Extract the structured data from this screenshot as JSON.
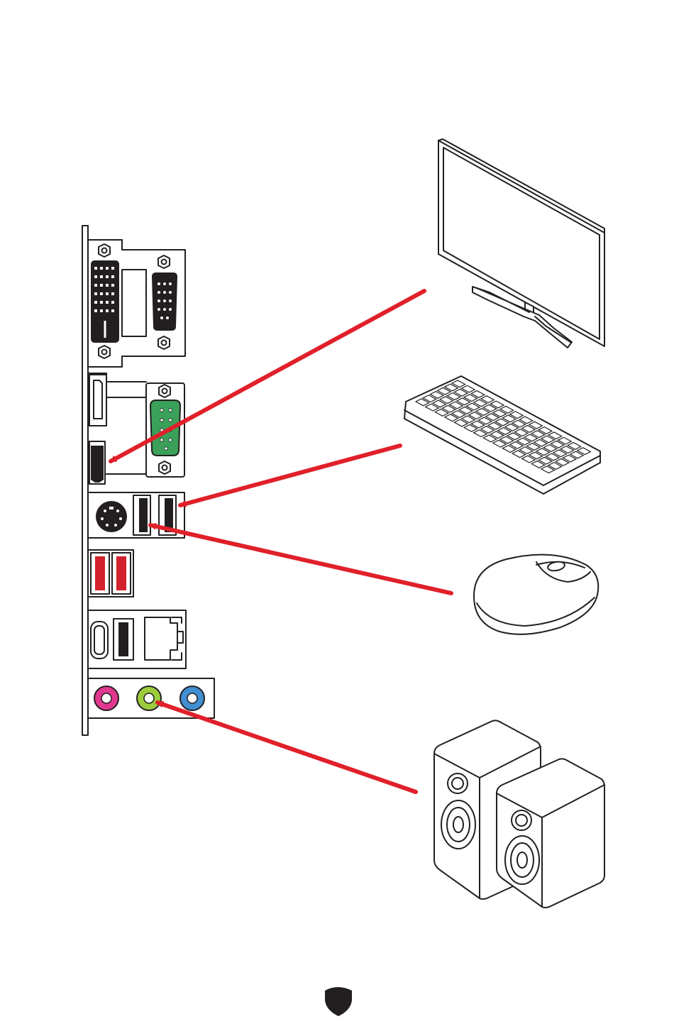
{
  "diagram": {
    "devices": [
      {
        "name": "monitor",
        "connects_to": "hdmi-port"
      },
      {
        "name": "keyboard",
        "connects_to": "usb-port"
      },
      {
        "name": "mouse",
        "connects_to": "usb-port"
      },
      {
        "name": "speakers",
        "connects_to": "line-out-jack"
      }
    ],
    "io_panel_ports": [
      "dvi-port",
      "vga-port",
      "displayport",
      "hdmi-port",
      "serial-port",
      "ps2-port",
      "usb-2-ports",
      "usb-3-ports",
      "usb-c-port",
      "usb-port",
      "lan-port",
      "audio-mic-in",
      "audio-line-out",
      "audio-line-in"
    ]
  },
  "colors": {
    "arrow": "#e0202a",
    "outline": "#231f20",
    "serial_port": "#3aa05a",
    "usb3": "#d3212d",
    "audio_pink": "#e0388f",
    "audio_green": "#9ccd3c",
    "audio_blue": "#3f8fd2"
  },
  "footer": {
    "logo_icon": "shield-logo-icon"
  }
}
